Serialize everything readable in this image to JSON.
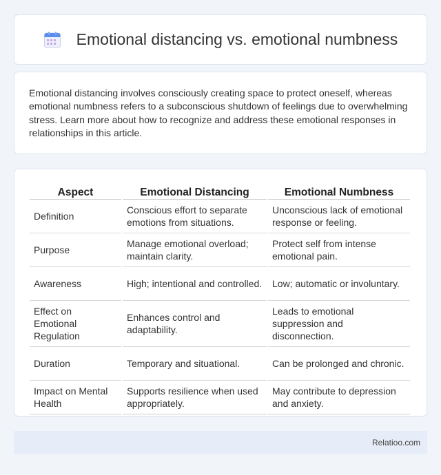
{
  "header": {
    "icon": "calendar-icon",
    "title": "Emotional distancing vs. emotional numbness"
  },
  "intro": {
    "text": "Emotional distancing involves consciously creating space to protect oneself, whereas emotional numbness refers to a subconscious shutdown of feelings due to overwhelming stress. Learn more about how to recognize and address these emotional responses in relationships in this article."
  },
  "table": {
    "headers": [
      "Aspect",
      "Emotional Distancing",
      "Emotional Numbness"
    ],
    "rows": [
      [
        "Definition",
        "Conscious effort to separate emotions from situations.",
        "Unconscious lack of emotional response or feeling."
      ],
      [
        "Purpose",
        "Manage emotional overload; maintain clarity.",
        "Protect self from intense emotional pain."
      ],
      [
        "Awareness",
        "High; intentional and controlled.",
        "Low; automatic or involuntary."
      ],
      [
        "Effect on Emotional Regulation",
        "Enhances control and adaptability.",
        "Leads to emotional suppression and disconnection."
      ],
      [
        "Duration",
        "Temporary and situational.",
        "Can be prolonged and chronic."
      ],
      [
        "Impact on Mental Health",
        "Supports resilience when used appropriately.",
        "May contribute to depression and anxiety."
      ]
    ]
  },
  "footer": {
    "brand": "Relatioo.com"
  },
  "colors": {
    "page_bg": "#f1f4f9",
    "card_bg": "#ffffff",
    "footer_bg": "#e6edf8",
    "icon_accent": "#5b8def"
  }
}
